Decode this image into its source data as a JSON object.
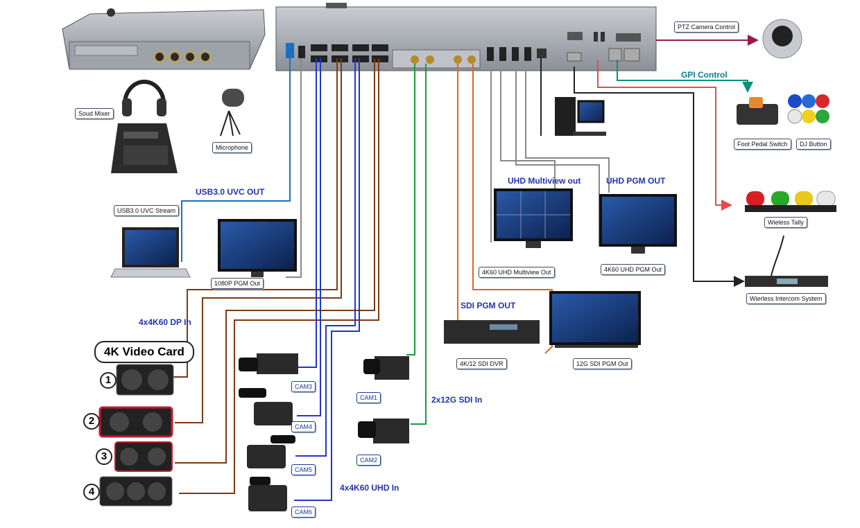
{
  "labels": {
    "ptz": "PTZ Camera Control",
    "sound_mixer": "Soud Mixer",
    "microphone": "Microphone",
    "usb_stream": "USB3.0 UVC Stream",
    "pgm_1080": "1080P PGM Out",
    "foot_pedal": "Foot Pedal Switch",
    "dj_button": "DJ Button",
    "wireless_tally": "Wieless Tally",
    "multiview_out": "4K60 UHD Multiview Out",
    "uhd_pgm_out": "4K60 UHD PGM Out",
    "intercom": "Wierless Intercom System",
    "sdi_dvr": "4K/12 SDI DVR",
    "sdi_pgm_out": "12G SDI  PGM Out",
    "cam1": "CAM1",
    "cam2": "CAM2",
    "cam3": "CAM3",
    "cam4": "CAM4",
    "cam5": "CAM5",
    "cam6": "CAM6"
  },
  "headings": {
    "usb_uvc_out": "USB3.0 UVC OUT",
    "gpi_control": "GPI Control",
    "uhd_multiview": "UHD Multiview out",
    "uhd_pgm": "UHD PGM OUT",
    "sdi_pgm": "SDI PGM OUT",
    "dp_in": "4x4K60 DP In",
    "sdi_in": "2x12G SDI In",
    "uhd_in": "4x4K60 UHD In",
    "video_card": "4K Video Card"
  },
  "card_numbers": [
    "1",
    "2",
    "3",
    "4"
  ],
  "colors": {
    "dp_wire": "#7a3a12",
    "hdmi_in_wire": "#1f36c8",
    "sdi_in_wire": "#1c9a3a",
    "sdi_out_wire": "#e0641a",
    "usb_wire": "#1b6fc0",
    "hdmi_out_wire": "#888888",
    "ptz_wire": "#9a1a4a",
    "gpi_wire": "#0a8f80",
    "tally_wire": "#e84a4a",
    "intercom_wire": "#222222"
  }
}
